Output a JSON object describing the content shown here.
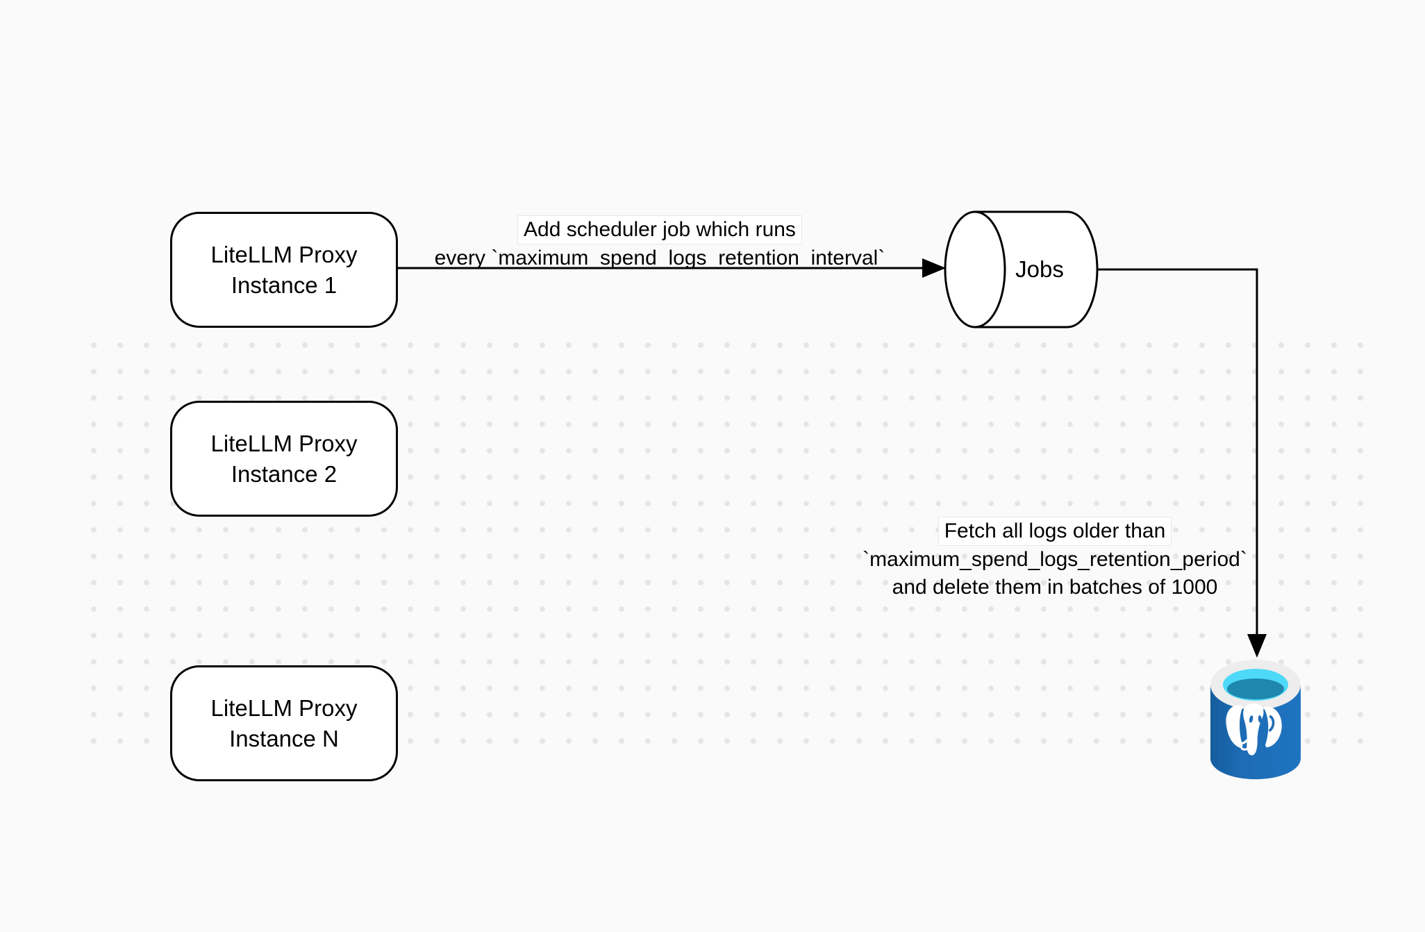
{
  "nodes": {
    "instance1": {
      "line1": "LiteLLM Proxy",
      "line2": "Instance 1"
    },
    "instance2": {
      "line1": "LiteLLM Proxy",
      "line2": "Instance 2"
    },
    "instanceN": {
      "line1": "LiteLLM Proxy",
      "line2": "Instance N"
    },
    "jobs": {
      "label": "Jobs"
    },
    "postgres": {
      "icon": "postgresql-database-icon"
    }
  },
  "edges": {
    "scheduler": {
      "line1": "Add scheduler job which runs",
      "line2": "every `maximum_spend_logs_retention_interval`"
    },
    "cleanup": {
      "line1": "Fetch all logs older than",
      "line2": "`maximum_spend_logs_retention_period`",
      "line3": "and delete them in batches of 1000"
    }
  },
  "colors": {
    "stroke": "#000000",
    "node_fill": "#ffffff",
    "grid_dot": "#e5e5e5",
    "pg_body": "#1d6cb5",
    "pg_body_dark": "#155d9e",
    "pg_rim": "#ededed",
    "pg_cyan": "#4fd9f8",
    "pg_teal": "#1f87ae",
    "pg_elephant": "#ffffff"
  }
}
